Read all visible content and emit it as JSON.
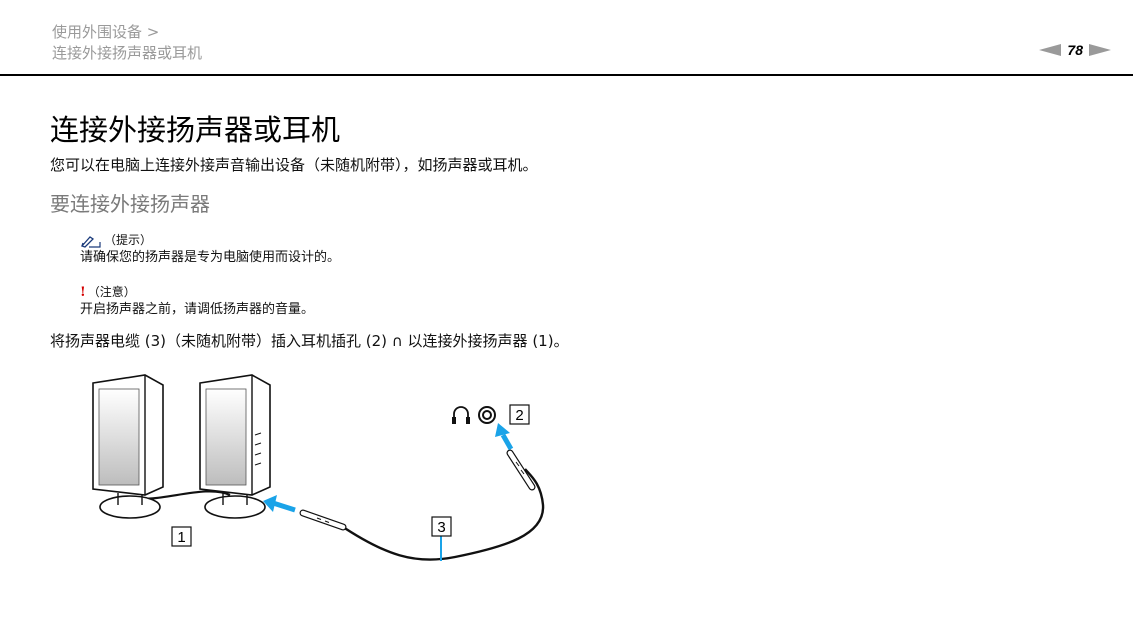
{
  "header": {
    "breadcrumb_line1": "使用外围设备 >",
    "breadcrumb_line2": "连接外接扬声器或耳机",
    "page_number": "78"
  },
  "content": {
    "title": "连接外接扬声器或耳机",
    "intro": "您可以在电脑上连接外接声音输出设备（未随机附带），如扬声器或耳机。",
    "subheading": "要连接外接扬声器",
    "hint": {
      "label": "（提示）",
      "text": "请确保您的扬声器是专为电脑使用而设计的。"
    },
    "caution": {
      "label": "（注意）",
      "text": "开启扬声器之前，请调低扬声器的音量。"
    },
    "instruction": "将扬声器电缆 (3)（未随机附带）插入耳机插孔 (2) ∩ 以连接外接扬声器 (1)。"
  },
  "figure": {
    "callout_1": "1",
    "callout_2": "2",
    "callout_3": "3",
    "arrow_color": "#1aa3e8",
    "icons": [
      "headphone-icon",
      "audio-jack-icon",
      "speaker-icon",
      "cable-plug-icon"
    ]
  }
}
